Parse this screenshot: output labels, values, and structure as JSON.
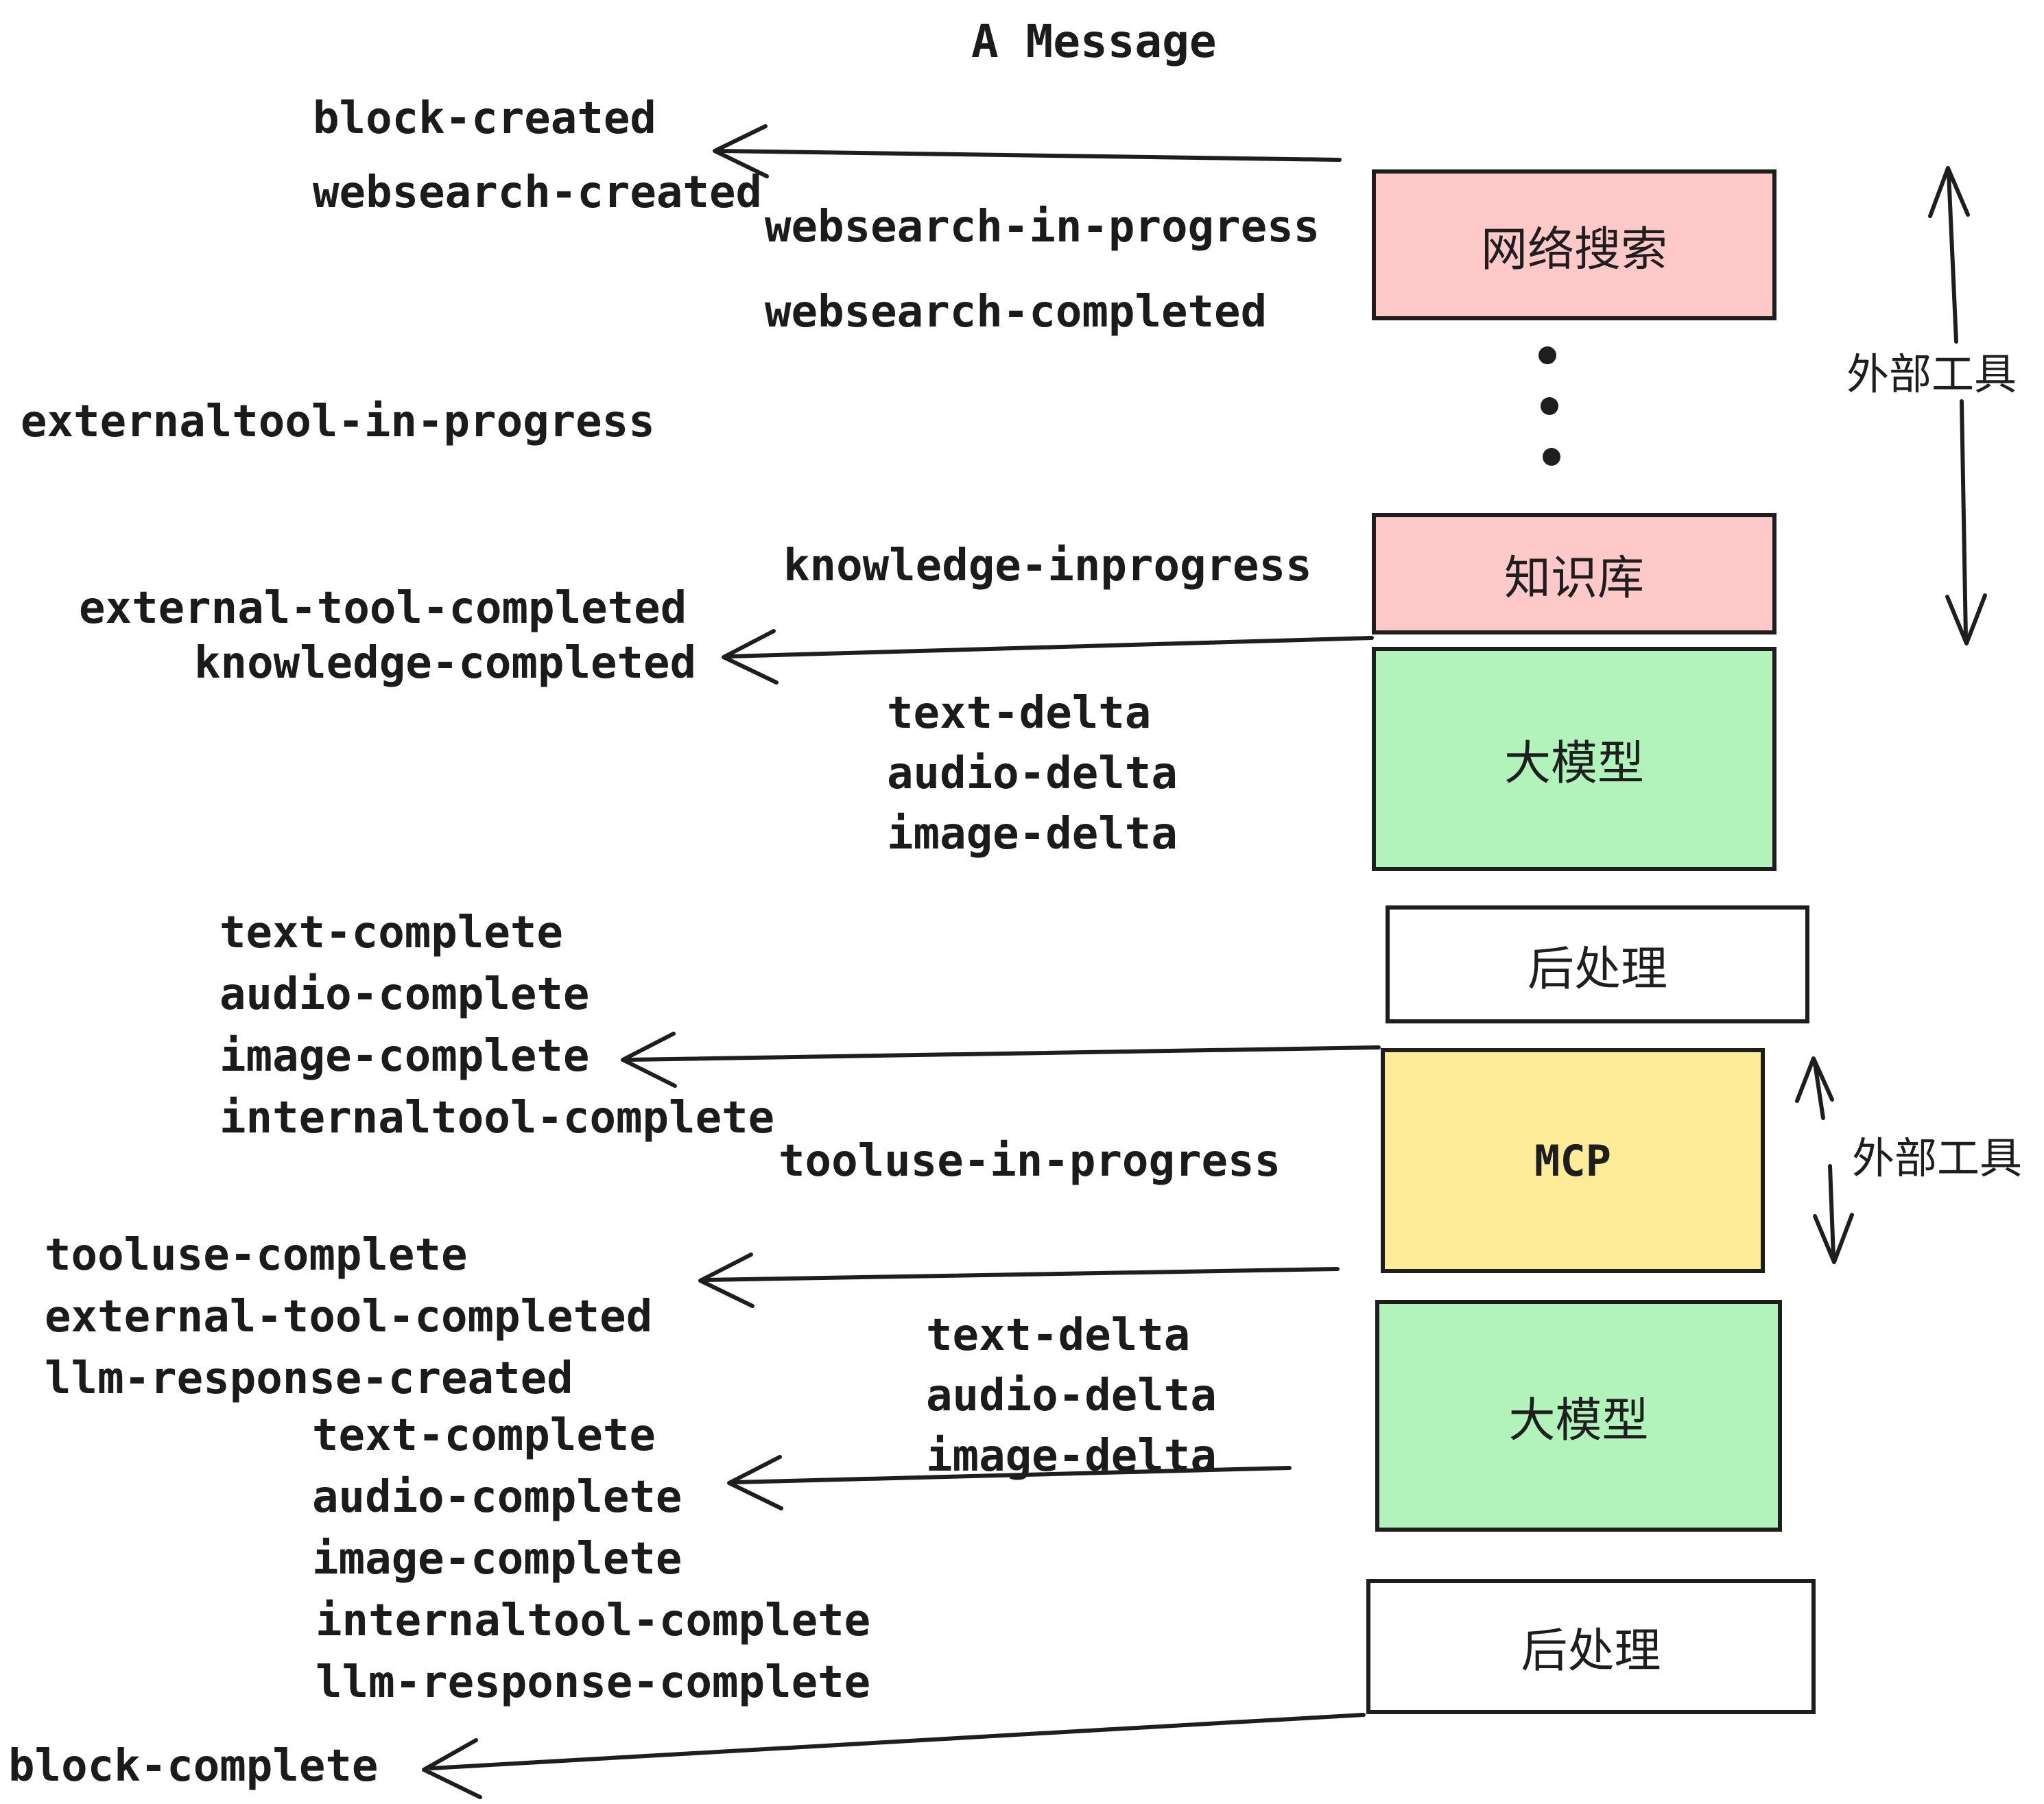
{
  "title": "A Message",
  "colors": {
    "pink": "#ffc9c9",
    "green": "#b2f2bb",
    "yellow": "#ffec99",
    "white": "#ffffff",
    "stroke": "#1e1e1e"
  },
  "boxes": [
    {
      "id": "websearch",
      "label": "网络搜索",
      "color": "pink"
    },
    {
      "id": "knowledge",
      "label": "知识库",
      "color": "pink"
    },
    {
      "id": "llm-1",
      "label": "大模型",
      "color": "green"
    },
    {
      "id": "postprocess-1",
      "label": "后处理",
      "color": "white"
    },
    {
      "id": "mcp",
      "label": "MCP",
      "color": "yellow"
    },
    {
      "id": "llm-2",
      "label": "大模型",
      "color": "green"
    },
    {
      "id": "postprocess-2",
      "label": "后处理",
      "color": "white"
    }
  ],
  "side_labels": {
    "external_tools": "外部工具"
  },
  "events": {
    "block_created": "block-created",
    "websearch_created": "websearch-created",
    "websearch_in_progress": "websearch-in-progress",
    "websearch_completed": "websearch-completed",
    "externaltool_in_progress": "externaltool-in-progress",
    "knowledge_inprogress": "knowledge-inprogress",
    "external_tool_completed": "external-tool-completed",
    "knowledge_completed": "knowledge-completed",
    "text_delta": "text-delta",
    "audio_delta": "audio-delta",
    "image_delta": "image-delta",
    "text_complete": "text-complete",
    "audio_complete": "audio-complete",
    "image_complete": "image-complete",
    "internaltool_complete": "internaltool-complete",
    "tooluse_in_progress": "tooluse-in-progress",
    "tooluse_complete": "tooluse-complete",
    "llm_response_created": "llm-response-created",
    "llm_response_complete": "llm-response-complete",
    "block_complete": "block-complete"
  }
}
